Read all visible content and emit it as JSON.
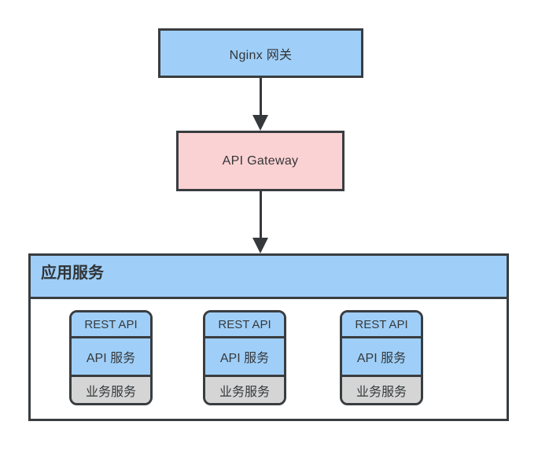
{
  "diagram": {
    "nodes": {
      "nginx": {
        "label": "Nginx 网关",
        "fill": "#9fcff8"
      },
      "api_gateway": {
        "label": "API Gateway",
        "fill": "#fbd2d3"
      }
    },
    "app_services": {
      "title": "应用服务",
      "header_fill": "#9fcff8",
      "stacks": [
        {
          "layers": [
            "REST API",
            "API 服务",
            "业务服务"
          ]
        },
        {
          "layers": [
            "REST API",
            "API 服务",
            "业务服务"
          ]
        },
        {
          "layers": [
            "REST API",
            "API 服务",
            "业务服务"
          ]
        }
      ],
      "layer_fills": [
        "#9fcff8",
        "#9fcff8",
        "#d5d5d5"
      ]
    },
    "colors": {
      "border": "#393d40",
      "arrow": "#35393c",
      "background": "#ffffff",
      "text": "#333538"
    }
  }
}
